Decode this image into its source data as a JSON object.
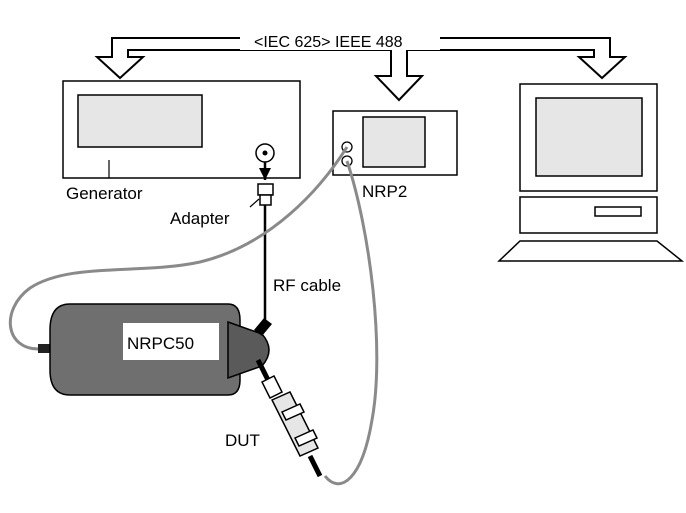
{
  "bus": {
    "label": "<IEC 625> IEEE 488"
  },
  "labels": {
    "generator": "Generator",
    "adapter": "Adapter",
    "nrp2": "NRP2",
    "rf_cable": "RF cable",
    "sensor": "NRPC50",
    "dut": "DUT"
  },
  "colors": {
    "screen_fill": "#e6e6e6",
    "sensor_body": "#6f6f6f",
    "sensor_nose": "#5a5a5a",
    "cable_gray": "#8a8a8a",
    "line": "#000000"
  }
}
